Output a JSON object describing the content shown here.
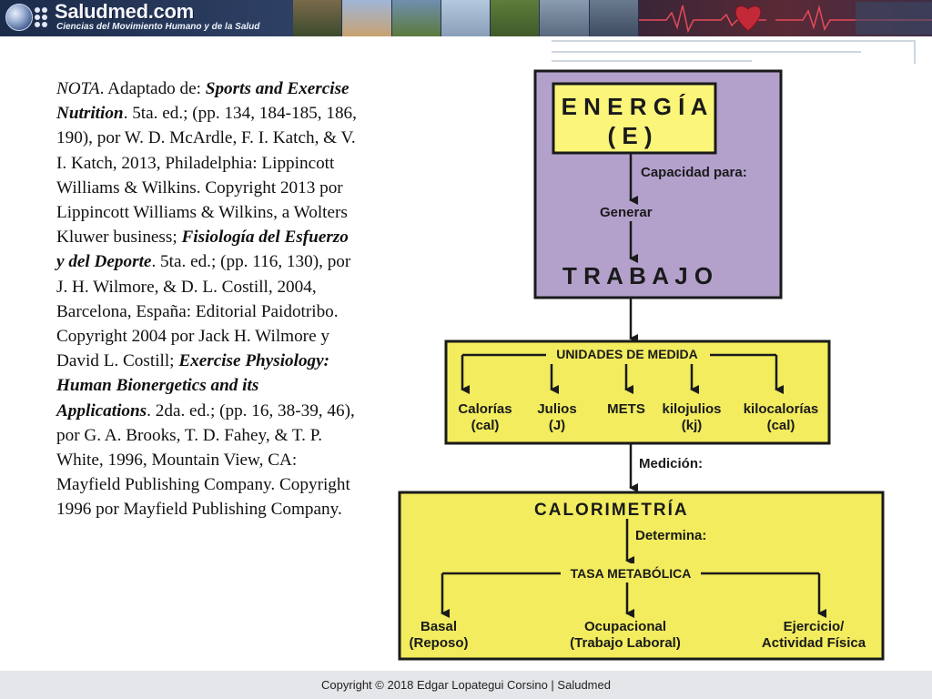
{
  "header": {
    "site_name": "Saludmed.com",
    "tagline": "Ciencias del Movimiento Humano y de la Salud"
  },
  "note": {
    "prefix": "NOTA",
    "s1": ". Adaptado de: ",
    "b1": "Sports and Exercise Nutrition",
    "s2": ". 5ta. ed.; (pp. 134, 184-185, 186, 190), por W. D. McArdle, F. I. Katch, & V. I. Katch, 2013, Philadelphia: Lippincott Williams & Wilkins. Copyright 2013 por Lippincott Williams & Wilkins, a Wolters Kluwer business; ",
    "b2": "Fisiología del Esfuerzo y del Deporte",
    "s3": ". 5ta. ed.; (pp. 116, 130), por J. H. Wilmore, & D. L. Costill, 2004, Barcelona, España: Editorial Paidotribo. Copyright 2004 por Jack H. Wilmore y David L. Costill; ",
    "b3": "Exercise Physiology: Human Bionergetics and its Applications",
    "s4": ". 2da. ed.; (pp. 16, 38-39, 46), por G. A. Brooks, T. D. Fahey, & T. P. White, 1996, Mountain View, CA: Mayfield Publishing Company. Copyright 1996 por Mayfield Publishing Company."
  },
  "diagram": {
    "energia": "E N E R G Í A",
    "energia_e": "( E )",
    "capacidad": "Capacidad para:",
    "generar": "Generar",
    "trabajo": "T R A B A J O",
    "unidades": "UNIDADES DE MEDIDA",
    "units": [
      {
        "name": "Calorías",
        "abbr": "(cal)"
      },
      {
        "name": "Julios",
        "abbr": "(J)"
      },
      {
        "name": "METS",
        "abbr": ""
      },
      {
        "name": "kilojulios",
        "abbr": "(kj)"
      },
      {
        "name": "kilocalorías",
        "abbr": "(cal)"
      }
    ],
    "medicion": "Medición:",
    "calorimetria": "CALORIMETRÍA",
    "determina": "Determina:",
    "tasa": "TASA METABÓLICA",
    "outcomes": [
      {
        "line1": "Basal",
        "line2": "(Reposo)"
      },
      {
        "line1": "Ocupacional",
        "line2": "(Trabajo Laboral)"
      },
      {
        "line1": "Ejercicio/",
        "line2": "Actividad Física"
      }
    ]
  },
  "footer": {
    "copyright": "Copyright © 2018 Edgar Lopategui Corsino | Saludmed"
  },
  "colors": {
    "purple_box": "#b3a1cc",
    "yellow_box": "#f2ec5e",
    "inner_yellow": "#fbf57a",
    "energia_text": "#5a3f80",
    "calorimetria_text": "#cc2a2a",
    "banner": "#2d3f63"
  }
}
